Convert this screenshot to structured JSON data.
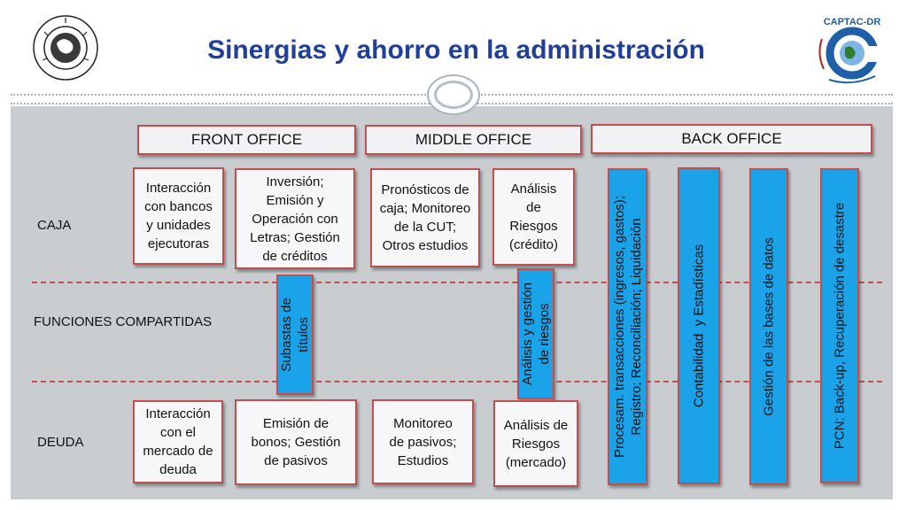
{
  "title": "Sinergias y ahorro en la administración",
  "logos": {
    "left_name": "imf-seal",
    "right_name": "captac-dr-logo",
    "right_text": "CAPTAC-DR"
  },
  "headers": {
    "front": "FRONT OFFICE",
    "middle": "MIDDLE OFFICE",
    "back": "BACK OFFICE"
  },
  "row_labels": {
    "caja": "CAJA",
    "compartidas": "FUNCIONES COMPARTIDAS",
    "deuda": "DEUDA"
  },
  "caja": {
    "front_1": [
      "Interacción",
      "con bancos",
      "y unidades",
      "ejecutoras"
    ],
    "front_2": [
      "Inversión;",
      "Emisión y",
      "Operación con",
      "Letras; Gestión",
      "de créditos"
    ],
    "middle_1": [
      "Pronósticos de",
      "caja; Monitoreo",
      "de la CUT;",
      "Otros estudios"
    ],
    "middle_2": [
      "Análisis",
      "de",
      "Riesgos",
      "(crédito)"
    ]
  },
  "compartidas": {
    "front": [
      "Subastas de",
      "títulos"
    ],
    "middle": [
      "Análisis y gestión",
      "de riesgos"
    ]
  },
  "deuda": {
    "front_1": [
      "Interacción",
      "con el",
      "mercado de",
      "deuda"
    ],
    "front_2": [
      "Emisión de",
      "bonos; Gestión",
      "de pasivos"
    ],
    "middle_1": [
      "Monitoreo",
      "de pasivos;",
      "Estudios"
    ],
    "middle_2": [
      "Análisis de",
      "Riesgos",
      "(mercado)"
    ]
  },
  "back_office": [
    [
      "Procesam. transacciones (ingresos, gastos);",
      "Registro; Reconciliación; Liquidación"
    ],
    [
      "Contabilidad  y Estadísticas"
    ],
    [
      "Gestión de las bases de datos"
    ],
    [
      "PCN: Back-up, Recuperación de desastre"
    ]
  ],
  "colors": {
    "title": "#1f3f99",
    "border": "#c0504d",
    "vertical_fill": "#1aa3e8",
    "background": "#c9cdd0"
  }
}
